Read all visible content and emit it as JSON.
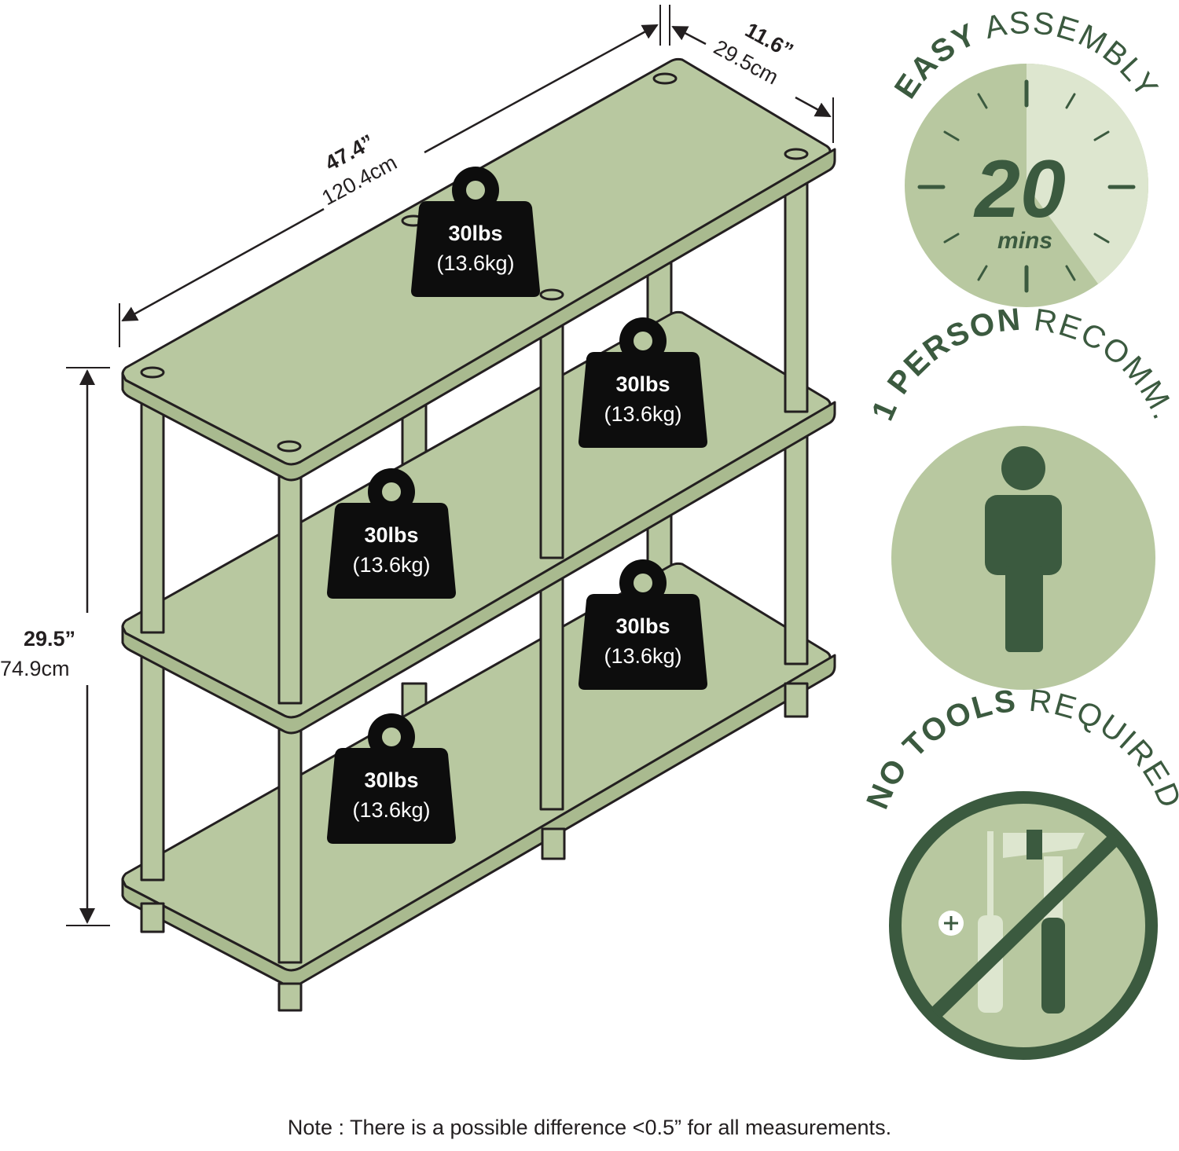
{
  "dimensions": {
    "width_in": "47.4”",
    "width_cm": "120.4cm",
    "depth_in": "11.6”",
    "depth_cm": "29.5cm",
    "height_in": "29.5”",
    "height_cm": "74.9cm"
  },
  "weights": [
    {
      "lbs": "30lbs",
      "kg": "(13.6kg)"
    },
    {
      "lbs": "30lbs",
      "kg": "(13.6kg)"
    },
    {
      "lbs": "30lbs",
      "kg": "(13.6kg)"
    },
    {
      "lbs": "30lbs",
      "kg": "(13.6kg)"
    },
    {
      "lbs": "30lbs",
      "kg": "(13.6kg)"
    }
  ],
  "badges": {
    "assembly": {
      "bold": "EASY",
      "light": "ASSEMBLY",
      "number": "20",
      "unit": "mins",
      "fraction": 0.4
    },
    "person": {
      "bold": "1 PERSON",
      "light": "RECOMM."
    },
    "tools": {
      "bold": "NO TOOLS",
      "light": "REQUIRED"
    }
  },
  "note": "Note : There is a possible difference <0.5” for all measurements.",
  "colors": {
    "shelf": "#b8c8a0",
    "outline": "#231f20",
    "badge_fill": "#b8c8a0",
    "badge_light": "#dde6cf",
    "badge_dark": "#3b5a3f",
    "weight": "#0d0d0d"
  }
}
